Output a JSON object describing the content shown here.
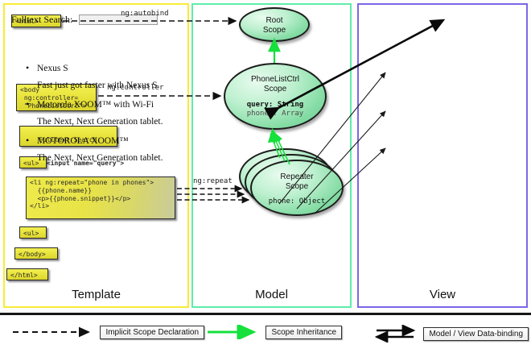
{
  "panels": {
    "template": {
      "label": "Template",
      "border_color": "#f7ec36"
    },
    "model": {
      "label": "Model",
      "border_color": "#5dedab"
    },
    "view": {
      "label": "View",
      "border_color": "#7a67e8"
    }
  },
  "template_boxes": [
    {
      "id": "html-open",
      "text": "<html>"
    },
    {
      "id": "body-open",
      "text": "<body\n ng:controller=\n \"PhoneListCtrl\">"
    },
    {
      "id": "fulltext-search",
      "line1": "Fulltext Search:",
      "line2": "  <input name=\"query\">"
    },
    {
      "id": "ul-open",
      "text": "<ul>"
    },
    {
      "id": "li-repeat",
      "text": "<li ng:repeat=\"phone in phones\">\n  {{phone.name}}\n  <p>{{phone.snippet}}</p>\n</li>"
    },
    {
      "id": "ul-close",
      "text": "<ul>"
    },
    {
      "id": "body-close",
      "text": "</body>"
    },
    {
      "id": "html-close",
      "text": "</html>"
    }
  ],
  "edge_labels": {
    "autobind": "ng:autobind",
    "controller": "ng:controller",
    "repeat": "ng:repeat"
  },
  "scopes": [
    {
      "id": "root-scope",
      "title_line1": "Root",
      "title_line2": "Scope",
      "properties": []
    },
    {
      "id": "phonelistctrl-scope",
      "title_line1": "PhoneListCtrl",
      "title_line2": "Scope",
      "properties": [
        {
          "text": "query: String",
          "emphasis": "bold"
        },
        {
          "text": "phones: Array",
          "emphasis": "normal"
        }
      ]
    },
    {
      "id": "repeater-scope",
      "title_line1": "Repeater",
      "title_line2": "Scope",
      "properties": [
        {
          "text": "phone: Object",
          "emphasis": "normal"
        }
      ]
    }
  ],
  "view": {
    "search_label": "Fulltext Search:",
    "search_value": "",
    "search_placeholder": "",
    "items": [
      {
        "name": "Nexus S",
        "snippet": "Fast just got faster with Nexus S."
      },
      {
        "name": "Motorola XOOM™  with Wi-Fi",
        "snippet": "The Next, Next Generation tablet."
      },
      {
        "name": "MOTOROLA XOOM™",
        "snippet": "The Next, Next Generation tablet."
      }
    ]
  },
  "legend": [
    {
      "id": "implicit-scope-declaration",
      "label": "Implicit Scope Declaration",
      "arrow": "dashed-black"
    },
    {
      "id": "scope-inheritance",
      "label": "Scope Inheritance",
      "arrow": "solid-green"
    },
    {
      "id": "model-view-data-binding",
      "label": "Model / View Data-binding",
      "arrow": "double-black"
    }
  ],
  "colors": {
    "template_border": "#f7ec36",
    "model_border": "#5dedab",
    "view_border": "#7a67e8",
    "scope_green": "#84dca4",
    "inheritance_arrow": "#15e03c",
    "code_yellow": "#e9e43c"
  }
}
